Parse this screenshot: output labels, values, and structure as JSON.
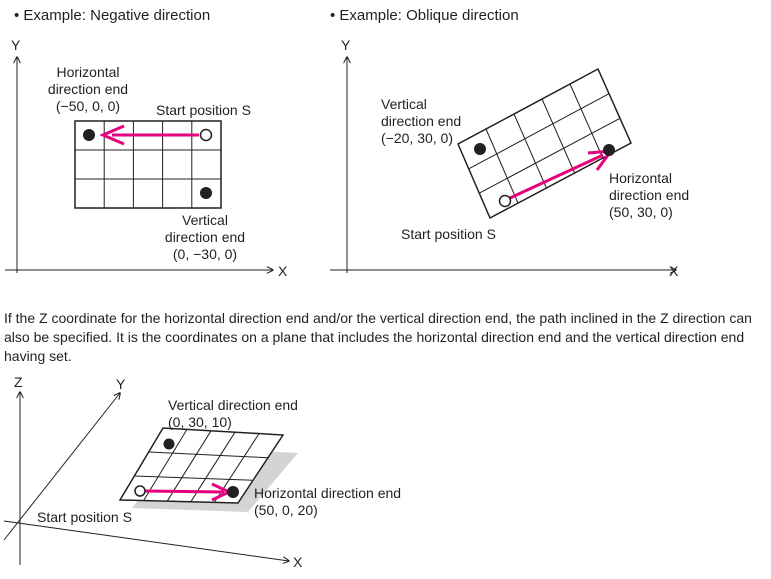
{
  "example_negative": {
    "heading": "• Example: Negative direction",
    "axis_y": "Y",
    "axis_x": "X",
    "h_end_line1": "Horizontal",
    "h_end_line2": "direction end",
    "h_end_coords": "(−50, 0, 0)",
    "start_label": "Start position S",
    "v_end_line1": "Vertical",
    "v_end_line2": "direction end",
    "v_end_coords": "(0, −30, 0)"
  },
  "example_oblique": {
    "heading": "• Example: Oblique direction",
    "axis_y": "Y",
    "axis_x": "X",
    "v_end_line1": "Vertical",
    "v_end_line2": "direction end",
    "v_end_coords": "(−20, 30, 0)",
    "h_end_line1": "Horizontal",
    "h_end_line2": "direction end",
    "h_end_coords": "(50, 30, 0)",
    "start_label": "Start position S"
  },
  "paragraph": "If the Z coordinate for the horizontal direction end and/or the vertical direction end, the path inclined in the Z direction can also be specified. It is the coordinates on a plane that includes the horizontal direction end and the vertical direction end having set.",
  "example_3d": {
    "axis_z": "Z",
    "axis_y": "Y",
    "axis_x": "X",
    "v_end_label": "Vertical direction end",
    "v_end_coords": "(0, 30, 10)",
    "h_end_label": "Horizontal direction end",
    "h_end_coords": "(50, 0, 20)",
    "start_label": "Start position S"
  },
  "colors": {
    "arrow": "#e6007e",
    "line": "#231f20",
    "shadow": "#d0d0d0"
  }
}
